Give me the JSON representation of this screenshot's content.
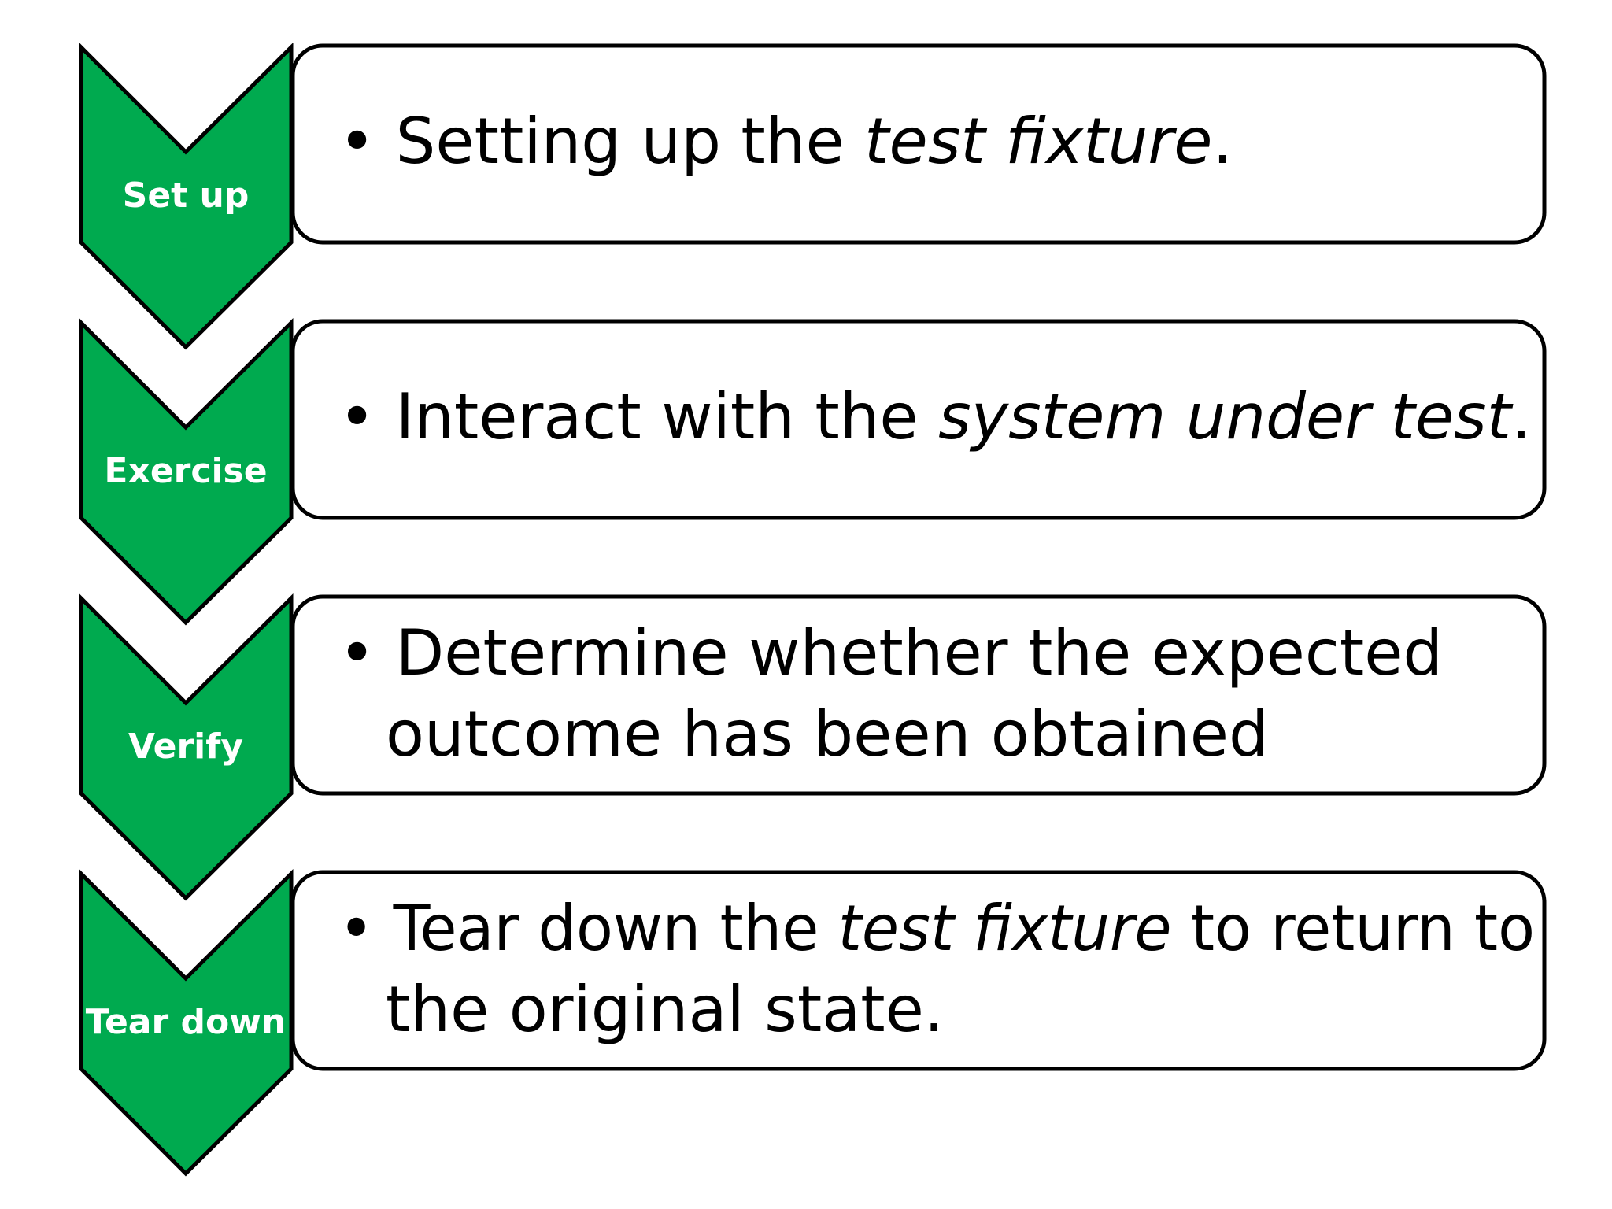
{
  "colors": {
    "chevron_fill": "#00AA4F",
    "outline": "#000000",
    "box_fill": "#FFFFFF",
    "label_text": "#FFFFFF",
    "body_text": "#000000"
  },
  "steps": [
    {
      "label": "Set up",
      "line1": {
        "a": "Setting up the ",
        "b": "test fixture",
        "c": "."
      },
      "line2": ""
    },
    {
      "label": "Exercise",
      "line1": {
        "a": "Interact with the ",
        "b": "system under test",
        "c": "."
      },
      "line2": ""
    },
    {
      "label": "Verify",
      "line1": {
        "a": "Determine whether the expected",
        "b": "",
        "c": ""
      },
      "line2": "outcome has been obtained"
    },
    {
      "label": "Tear down",
      "line1": {
        "a": "Tear down the ",
        "b": "test fixture",
        "c": " to return to"
      },
      "line2": "the original state."
    }
  ]
}
